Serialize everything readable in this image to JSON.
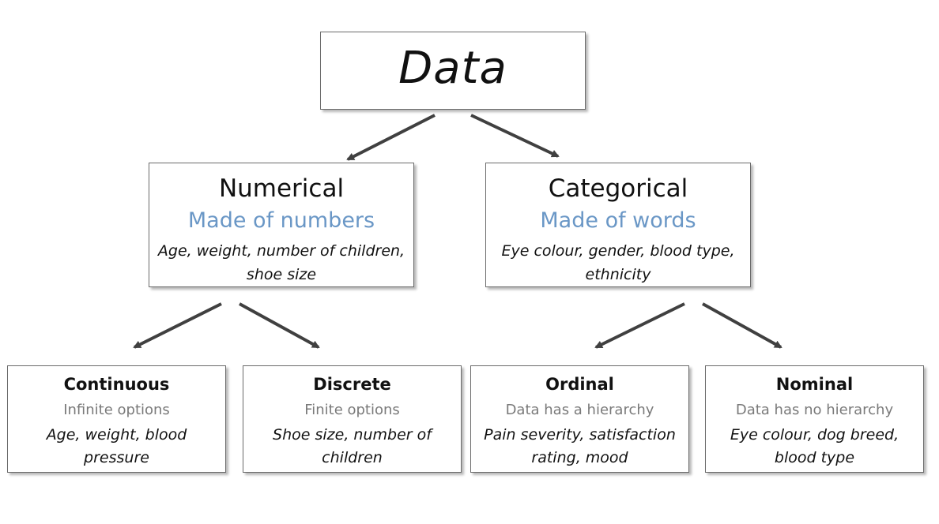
{
  "root": {
    "title": "Data"
  },
  "colors": {
    "accent": "#6a97c6",
    "muted": "#7a7a7a",
    "arrow": "#404040",
    "border": "#6b6b6b"
  },
  "numerical": {
    "title": "Numerical",
    "subtitle": "Made of numbers",
    "examples": "Age, weight, number of children, shoe size"
  },
  "categorical": {
    "title": "Categorical",
    "subtitle": "Made of words",
    "examples": "Eye colour, gender, blood type, ethnicity"
  },
  "continuous": {
    "title": "Continuous",
    "subtitle": "Infinite options",
    "examples": "Age, weight, blood pressure"
  },
  "discrete": {
    "title": "Discrete",
    "subtitle": "Finite options",
    "examples": "Shoe size, number of children"
  },
  "ordinal": {
    "title": "Ordinal",
    "subtitle": "Data has a hierarchy",
    "examples": "Pain severity, satisfaction rating, mood"
  },
  "nominal": {
    "title": "Nominal",
    "subtitle": "Data has no hierarchy",
    "examples": "Eye colour, dog breed, blood type"
  }
}
